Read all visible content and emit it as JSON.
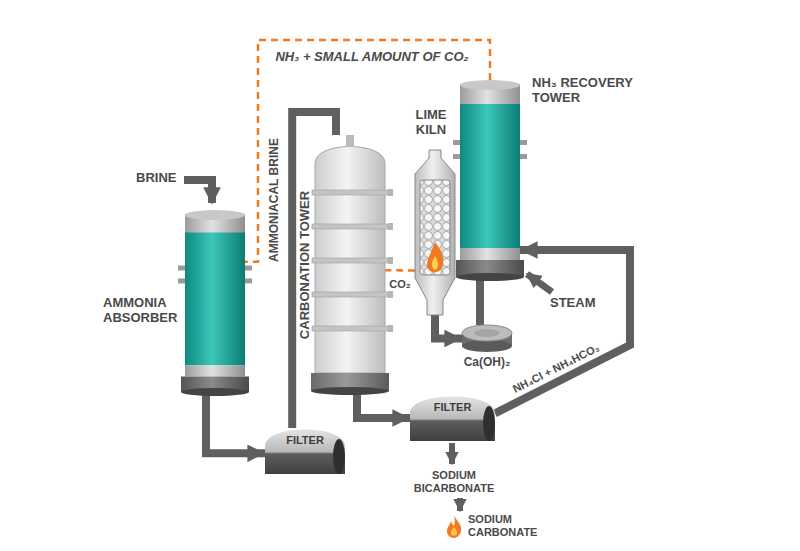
{
  "diagram": {
    "nodes": [
      {
        "text": [
          "AMMONIA ABSORBER"
        ]
      },
      {
        "text": [
          "FILTER"
        ]
      },
      {
        "text": [
          "CARBONATION TOWER"
        ]
      },
      {
        "text": [
          "LIME KILN"
        ]
      },
      {
        "text": [
          "NH₃ RECOVERY TOWER"
        ]
      },
      {
        "text": [
          "Ca(OH)₂"
        ]
      },
      {
        "text": [
          "FILTER"
        ]
      }
    ],
    "edges": [
      {
        "from": 0,
        "to": 1,
        "arrow": "to"
      },
      {
        "from": 1,
        "to": 2,
        "label": "AMMONIACAL BRINE",
        "arrow": "none"
      },
      {
        "from": 2,
        "to": 6,
        "arrow": "to"
      },
      {
        "from": 6,
        "to": 4,
        "label": "NH₄Cl + NH₄HCO₃",
        "arrow": "to"
      },
      {
        "from": 4,
        "to": 0,
        "label": "NH₃ + SMALL AMOUNT OF CO₂",
        "arrow": "none"
      },
      {
        "from": 3,
        "to": 2,
        "label": "CO₂",
        "arrow": "none"
      },
      {
        "from": 3,
        "to": 5,
        "arrow": "to"
      },
      {
        "from": 5,
        "to": 4,
        "arrow": "none"
      }
    ],
    "labels": [
      "BRINE",
      "STEAM",
      "SODIUM BICARBONATE",
      "SODIUM CARBONATE"
    ]
  }
}
